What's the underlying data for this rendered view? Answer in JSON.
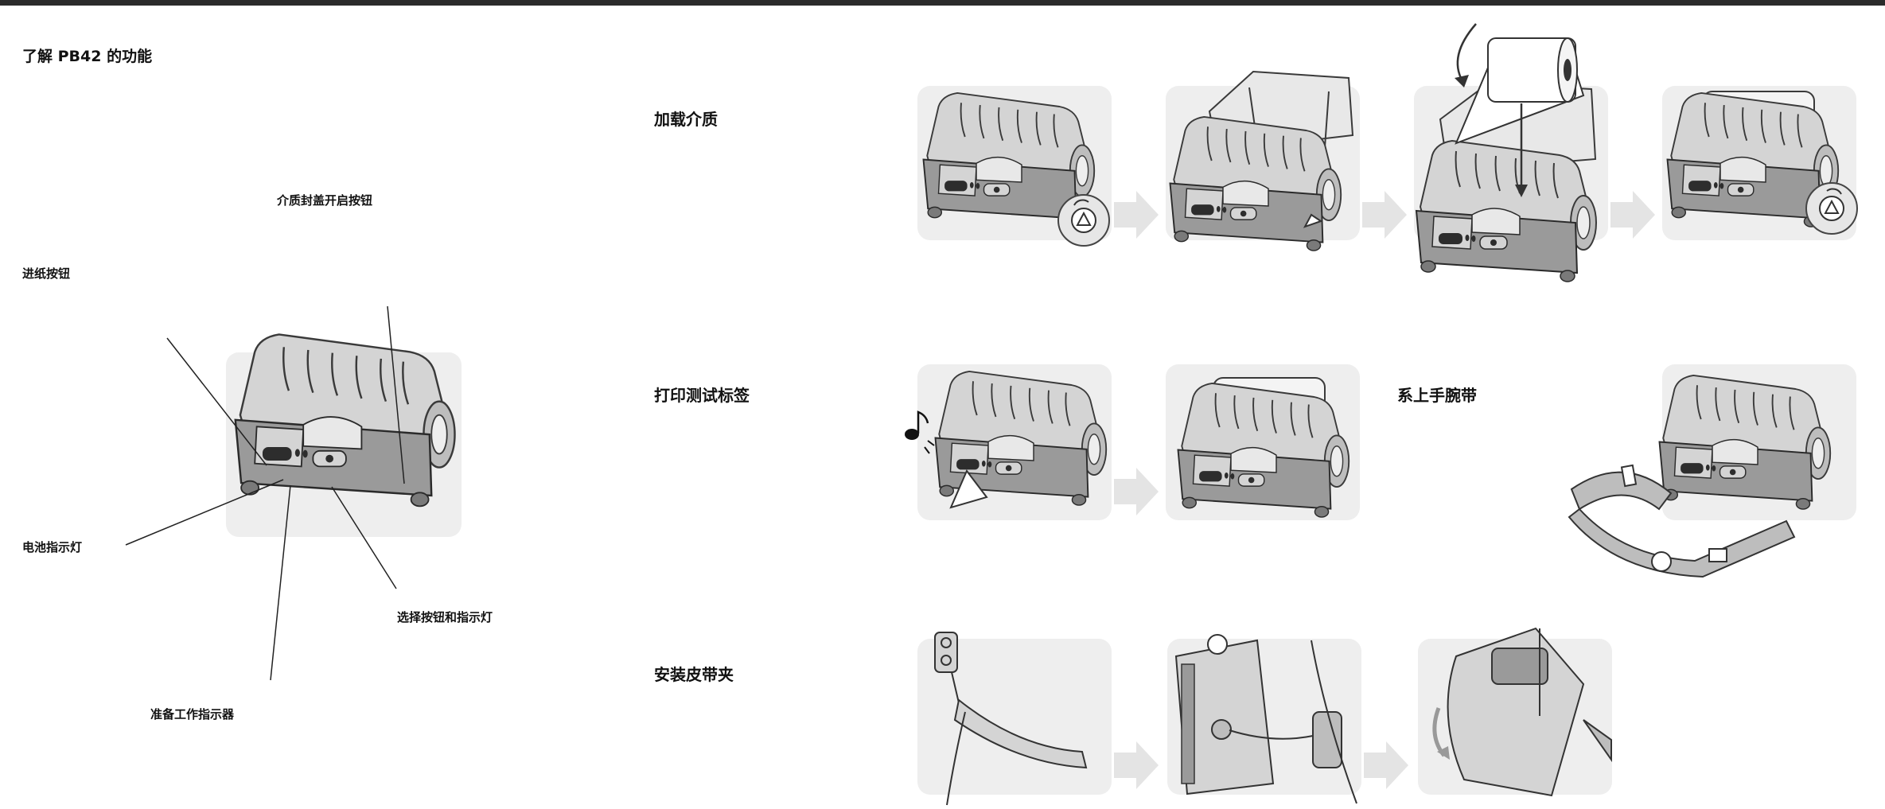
{
  "page_title": "了解 PB42 的功能",
  "callouts": {
    "media_cover_button": "介质封盖开启按钮",
    "feed_button": "进纸按钮",
    "battery_indicator": "电池指示灯",
    "select_button_indicator": "选择按钮和指示灯",
    "ready_indicator": "准备工作指示器"
  },
  "sections": {
    "load_media": "加载介质",
    "print_test_label": "打印测试标签",
    "attach_wrist_strap": "系上手腕带",
    "install_belt_clip": "安装皮带夹"
  },
  "colors": {
    "panel_bg": "#eeeeee",
    "printer_body": "#9a9a9a",
    "printer_light": "#d4d4d4",
    "arrow": "#e4e4e4"
  }
}
